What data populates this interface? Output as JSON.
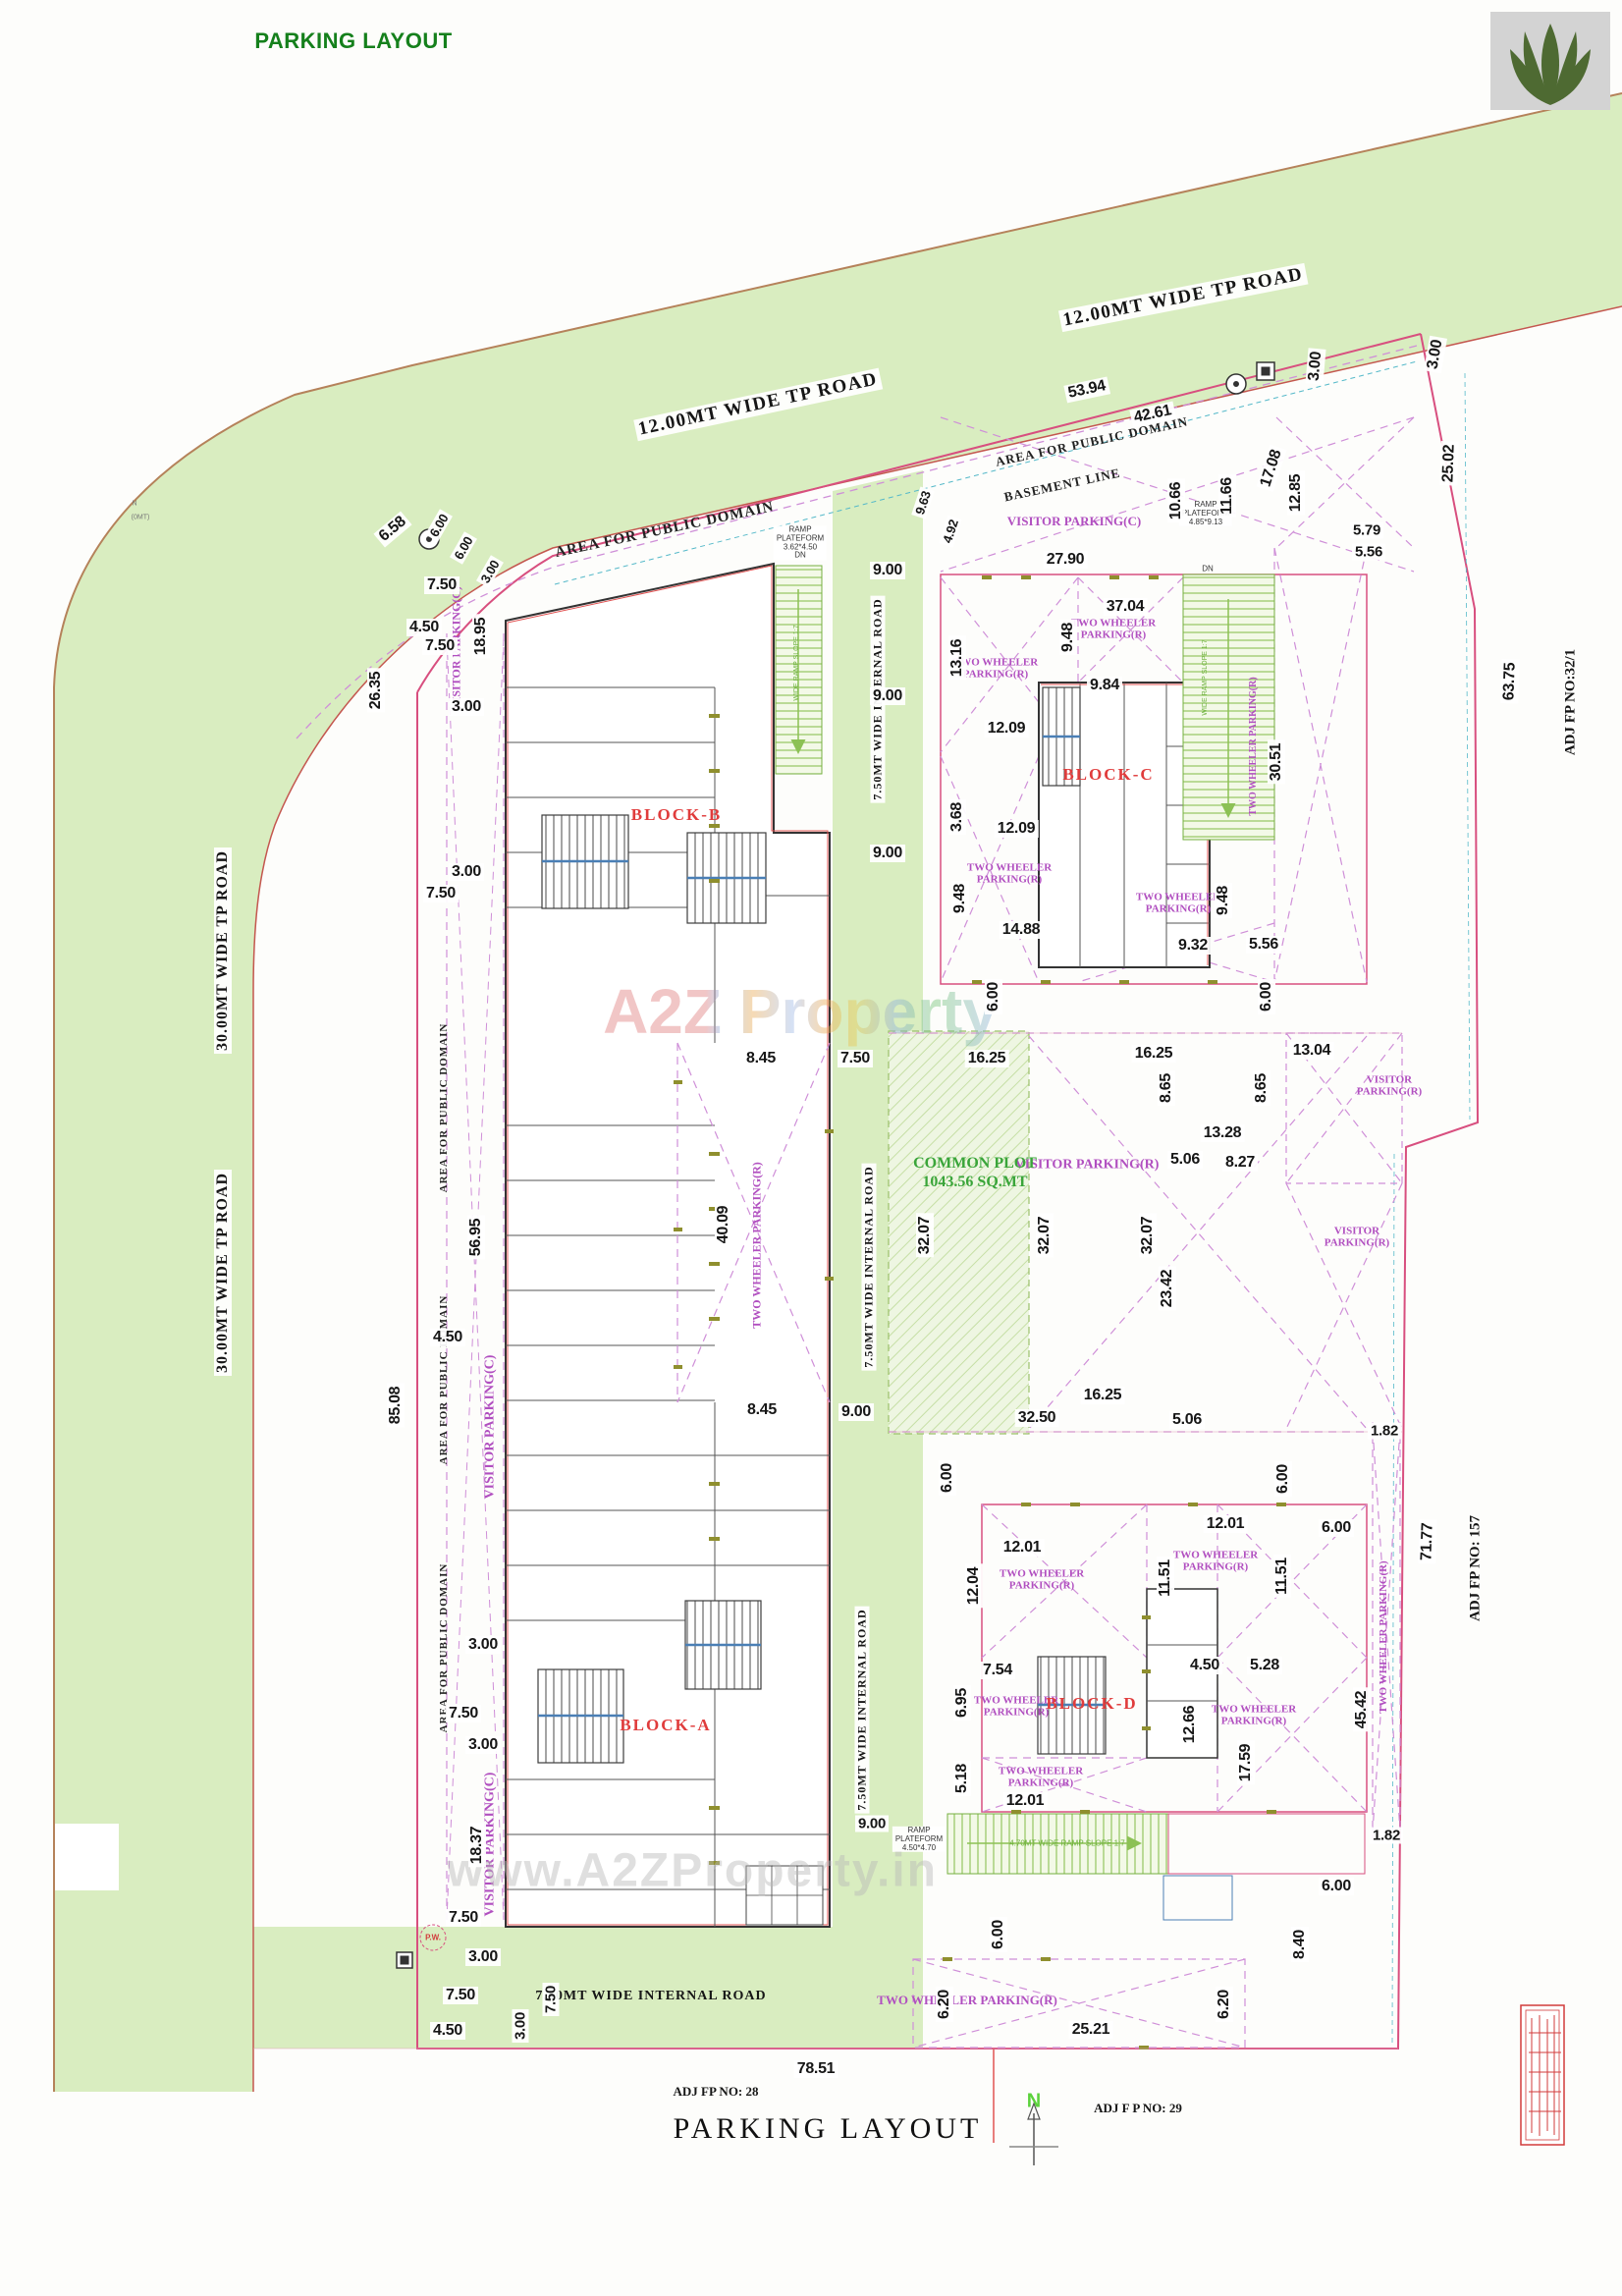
{
  "title": "PARKING LAYOUT",
  "footer_title": "PARKING LAYOUT",
  "north_letter": "N",
  "strings": {
    "two_wheeler": "TWO WHEELER PARKING(R)",
    "two_wheeler_l1": "TWO WHEELER",
    "two_wheeler_l2": "PARKING(R)",
    "visitor_c": "VISITOR PARKING(C)",
    "visitor_r": "VISITOR PARKING(R)",
    "visitor_l1": "VISITOR",
    "visitor_l2": "PARKING(R)",
    "area_public": "AREA FOR PUBLIC DOMAIN",
    "basement": "BASEMENT LINE",
    "road_12": "12.00MT WIDE TP ROAD",
    "road_30": "30.00MT WIDE TP ROAD",
    "road_750": "7.50MT WIDE INTERNAL ROAD",
    "pw": "P.W."
  },
  "fragments": {
    "n": "N",
    "omt": "(0MT)"
  },
  "blocks": {
    "a": "BLOCK-A",
    "b": "BLOCK-B",
    "c": "BLOCK-C",
    "d": "BLOCK-D"
  },
  "common_plot": {
    "line1": "COMMON PLOT",
    "line2": "1043.56 SQ.MT"
  },
  "ramp_b": {
    "l1": "RAMP",
    "l2": "PLATEFORM",
    "l3": "3.62*4.50",
    "dn": "DN"
  },
  "ramp_c": {
    "l1": "RAMP",
    "l2": "PLATEFORM",
    "l3": "4.85*9.13",
    "dn": "DN"
  },
  "ramp_d": {
    "l1": "RAMP",
    "l2": "PLATEFORM",
    "l3": "4.50*4.70"
  },
  "ramp_slope_d": "4.70MT WIDE RAMP SLOPE 1:7",
  "ramp_slope": "WIDE RAMP SLOPE 1:7",
  "adjacent": {
    "fp32": "ADJ FP NO:32/1",
    "fp157": "ADJ FP NO: 157",
    "fp28": "ADJ FP NO: 28",
    "fp29": "ADJ F P NO: 29"
  },
  "watermark": {
    "center": "A2Z Property",
    "bottom": "www.A2ZProperty.in"
  },
  "colors": {
    "road_green": "#d9edc0",
    "boundary_magenta": "#d84f7f",
    "parking_dash_purple": "#cf8fd8",
    "label_purple": "#b14fc0",
    "block_red": "#e03c3c",
    "ramp_green": "#76b041",
    "title_green": "#15801c"
  },
  "dims": {
    "v53_94": "53.94",
    "v42_61": "42.61",
    "v3_00": "3.00",
    "v6_00": "6.00",
    "v6_58": "6.58",
    "v7_50": "7.50",
    "v4_50": "4.50",
    "v18_95": "18.95",
    "v26_35": "26.35",
    "v9_63": "9.63",
    "v4_92": "4.92",
    "v27_90": "27.90",
    "v10_66": "10.66",
    "v11_66": "11.66",
    "v17_08": "17.08",
    "v12_85": "12.85",
    "v25_02": "25.02",
    "v5_79": "5.79",
    "v5_56": "5.56",
    "v37_04": "37.04",
    "v9_48": "9.48",
    "v13_16": "13.16",
    "v9_84": "9.84",
    "v12_09": "12.09",
    "v3_68": "3.68",
    "v14_88": "14.88",
    "v9_32": "9.32",
    "v30_51": "30.51",
    "v63_75": "63.75",
    "v9_00": "9.00",
    "v8_45": "8.45",
    "v16_25": "16.25",
    "v13_04": "13.04",
    "v8_65": "8.65",
    "v13_28": "13.28",
    "v5_06": "5.06",
    "v8_27": "8.27",
    "v32_07": "32.07",
    "v23_42": "23.42",
    "v32_50": "32.50",
    "v1_82": "1.82",
    "v56_95": "56.95",
    "v85_08": "85.08",
    "v40_09": "40.09",
    "v18_37": "18.37",
    "v12_01": "12.01",
    "v12_04": "12.04",
    "v11_51": "11.51",
    "v7_54": "7.54",
    "v6_95": "6.95",
    "v5_28": "5.28",
    "v12_66": "12.66",
    "v17_59": "17.59",
    "v5_18": "5.18",
    "v45_42": "45.42",
    "v71_77": "71.77",
    "v8_40": "8.40",
    "v6_20": "6.20",
    "v25_21": "25.21",
    "v78_51": "78.51"
  }
}
